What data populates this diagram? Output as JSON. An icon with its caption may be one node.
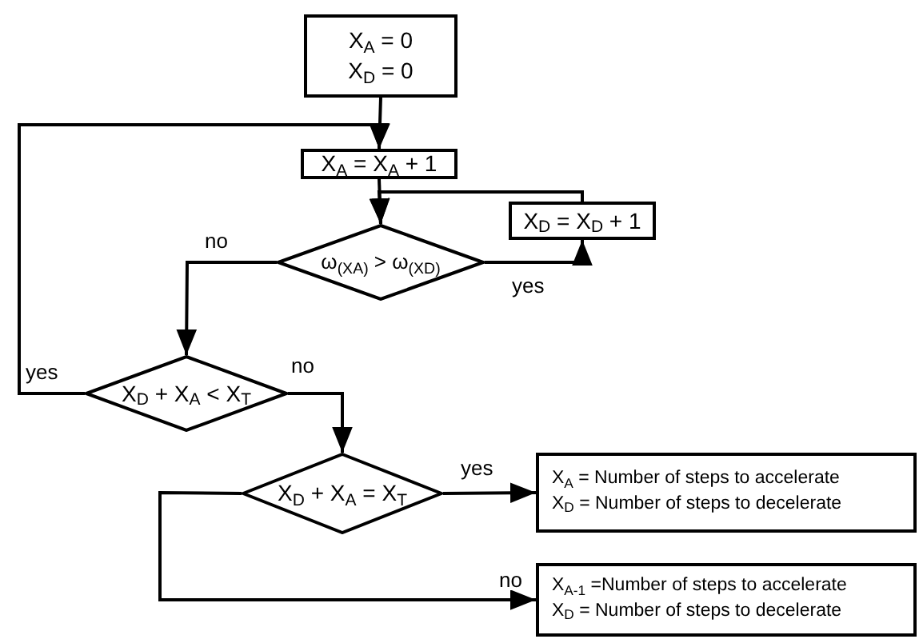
{
  "diagram": {
    "nodes": [
      {
        "text": [
          "X$_{A}$ = 0",
          "X$_{D}$ = 0"
        ]
      },
      {
        "text": [
          "X$_{A}$ = X$_{A}$ + 1"
        ]
      },
      {
        "text": [
          "ω$_{(XA)}$ > ω$_{(XD)}$"
        ]
      },
      {
        "text": [
          "X$_{D}$ = X$_{D}$ + 1"
        ]
      },
      {
        "text": [
          "X$_{D}$ + X$_{A}$ < X$_{T}$"
        ]
      },
      {
        "text": [
          "X$_{D}$ + X$_{A}$ = X$_{T}$"
        ]
      },
      {
        "text": [
          "X$_{A}$ = Number of steps to accelerate",
          "X$_{D}$ = Number of steps to decelerate"
        ]
      },
      {
        "text": [
          "X$_{A-1}$ =Number of steps to accelerate",
          "X$_{D}$ = Number of steps to decelerate"
        ]
      }
    ],
    "edges": [
      {
        "from": 0,
        "to": 1,
        "arrow": "to"
      },
      {
        "from": 1,
        "to": 2,
        "arrow": "to"
      },
      {
        "from": 2,
        "to": 3,
        "label": "yes",
        "arrow": "to"
      },
      {
        "from": 3,
        "to": 2,
        "arrow": "to"
      },
      {
        "from": 2,
        "to": 4,
        "label": "no",
        "arrow": "to"
      },
      {
        "from": 4,
        "to": 1,
        "label": "yes",
        "arrow": "to"
      },
      {
        "from": 4,
        "to": 5,
        "label": "no",
        "arrow": "to"
      },
      {
        "from": 5,
        "to": 6,
        "label": "yes",
        "arrow": "to"
      },
      {
        "from": 5,
        "to": 7,
        "label": "no",
        "arrow": "to"
      }
    ]
  }
}
